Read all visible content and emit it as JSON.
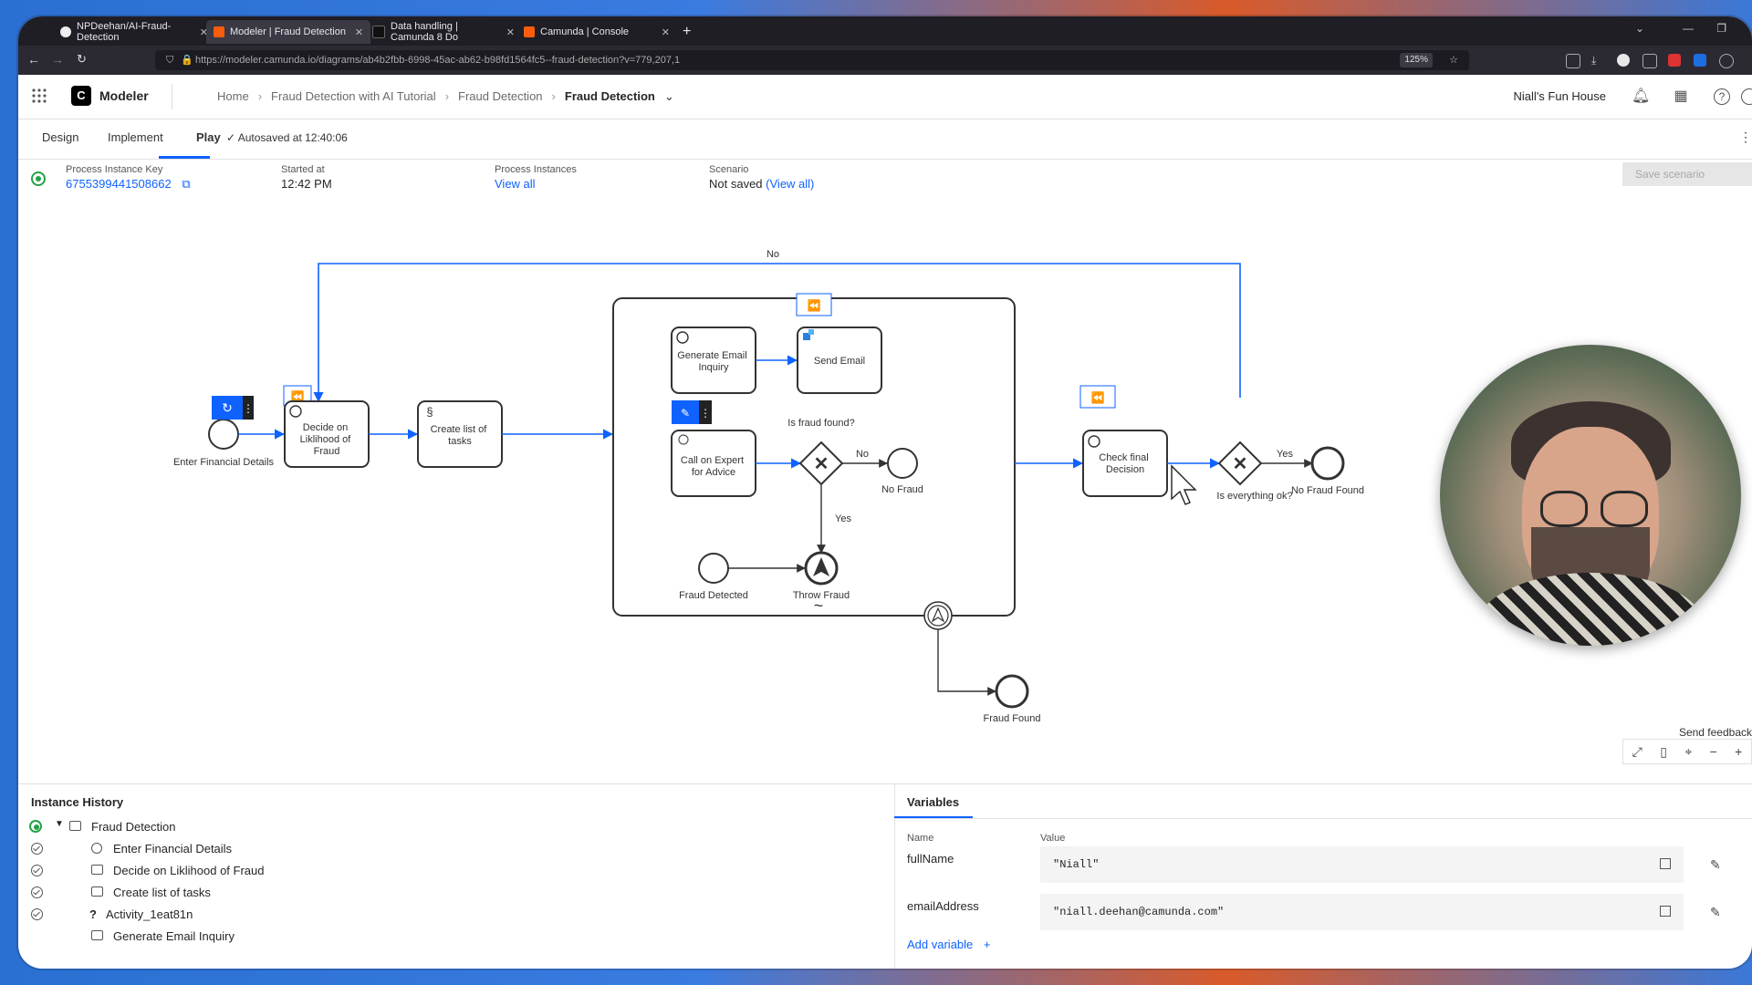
{
  "browser": {
    "tabs": [
      {
        "label": "NPDeehan/AI-Fraud-Detection",
        "color": "#eeeeee"
      },
      {
        "label": "Modeler | Fraud Detection",
        "color": "#fc5d0d"
      },
      {
        "label": "Data handling | Camunda 8 Do",
        "color": "#111111"
      },
      {
        "label": "Camunda | Console",
        "color": "#fc5d0d"
      }
    ],
    "new_tab": "+",
    "url": "https://modeler.camunda.io/diagrams/ab4b2fbb-6998-45ac-ab62-b98fd1564fc5--fraud-detection?v=779,207,1",
    "zoom": "125%"
  },
  "header": {
    "app": "Modeler",
    "logo": "C",
    "breadcrumbs": [
      "Home",
      "Fraud Detection with AI Tutorial",
      "Fraud Detection",
      "Fraud Detection"
    ],
    "org": "Niall's Fun House"
  },
  "subtabs": {
    "design": "Design",
    "implement": "Implement",
    "play": "Play",
    "autosave": "Autosaved at 12:40:06"
  },
  "info": {
    "key_label": "Process Instance Key",
    "key_value": "6755399441508662",
    "started_label": "Started at",
    "started_value": "12:42 PM",
    "instances_label": "Process Instances",
    "instances_link": "View all",
    "scenario_label": "Scenario",
    "scenario_value": "Not saved",
    "scenario_link": "(View all)",
    "save_button": "Save scenario"
  },
  "diagram": {
    "start": "Enter Financial Details",
    "decide": [
      "Decide on",
      "Liklihood of",
      "Fraud"
    ],
    "create": [
      "Create list of",
      "tasks"
    ],
    "gen_email": [
      "Generate Email",
      "Inquiry"
    ],
    "send_email": "Send Email",
    "expert": [
      "Call on Expert",
      "for Advice"
    ],
    "is_fraud": "Is fraud found?",
    "no": "No",
    "yes": "Yes",
    "no_fraud": "No Fraud",
    "fraud_detected": "Fraud Detected",
    "throw_fraud": "Throw Fraud",
    "fraud_found": "Fraud Found",
    "check": [
      "Check final",
      "Decision"
    ],
    "is_ok": "Is everything ok?",
    "no_fraud_found": "No Fraud Found",
    "loop_no": "No",
    "accent": "#0f62fe"
  },
  "canvas": {
    "feedback": "Send feedback"
  },
  "history": {
    "title": "Instance History",
    "items": [
      {
        "label": "Fraud Detection"
      },
      {
        "label": "Enter Financial Details"
      },
      {
        "label": "Decide on Liklihood of Fraud"
      },
      {
        "label": "Create list of tasks"
      },
      {
        "label": "Activity_1eat81n"
      },
      {
        "label": "Generate Email Inquiry"
      }
    ]
  },
  "variables": {
    "tab": "Variables",
    "name_col": "Name",
    "value_col": "Value",
    "rows": [
      {
        "name": "fullName",
        "value": "\"Niall\""
      },
      {
        "name": "emailAddress",
        "value": "\"niall.deehan@camunda.com\""
      }
    ],
    "add": "Add variable",
    "add_plus": "+"
  }
}
